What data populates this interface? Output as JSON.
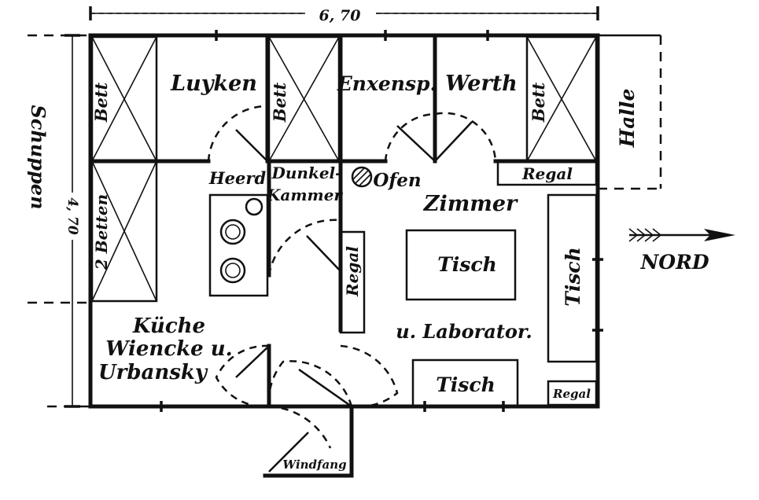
{
  "dimensions": {
    "width": "6, 70",
    "height": "4, 70"
  },
  "rooms": {
    "luyken": "Luyken",
    "enxensp": "Enxensp.",
    "werth": "Werth",
    "halle": "Halle",
    "schuppen": "Schuppen",
    "heerd": "Heerd",
    "dunkel": "Dunkel-",
    "kammer": "Kammer",
    "ofen": "Ofen",
    "zimmer": "Zimmer",
    "kueche_1": "Küche",
    "kueche_2": "Wiencke u.",
    "kueche_3": "Urbansky",
    "laborator": "u. Laborator.",
    "windfang": "Windfang"
  },
  "furniture": {
    "bett_1": "Bett",
    "bett_2": "Bett",
    "bett_3": "Bett",
    "betten_2": "2 Betten",
    "regal_top": "Regal",
    "regal_mid": "Regal",
    "regal_small": "Regal",
    "tisch_center": "Tisch",
    "tisch_bottom": "Tisch",
    "tisch_right": "Tisch"
  },
  "compass": {
    "label": "NORD"
  }
}
